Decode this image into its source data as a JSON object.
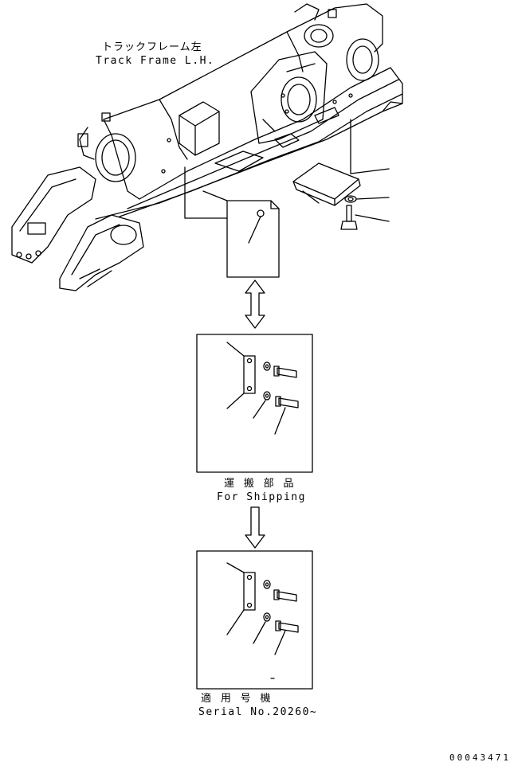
{
  "labels": {
    "track_frame_jp": "トラックフレーム左",
    "track_frame_en": "Track Frame L.H.",
    "shipping_jp": "運 搬 部 品",
    "shipping_en": "For Shipping",
    "serial_jp": "適 用 号 機",
    "serial_en": "Serial No.20260~"
  },
  "doc_number": "00043471",
  "colors": {
    "line": "#000000",
    "background": "#ffffff"
  }
}
